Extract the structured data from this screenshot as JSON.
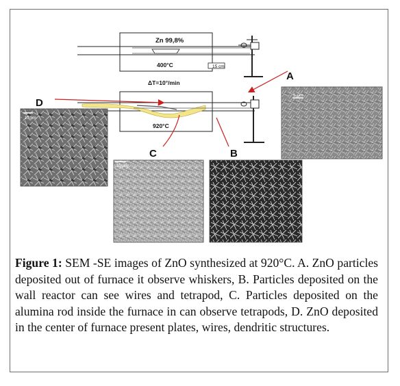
{
  "diagram": {
    "furnace_top": {
      "material": "Zn 99,8%",
      "temperature": "400°C",
      "scale": "15 cm"
    },
    "ramp": "ΔT=10°/min",
    "furnace_bottom": {
      "temperature": "920°C"
    },
    "markers": {
      "a": "A",
      "b": "B",
      "c": "C",
      "d": "D"
    },
    "sem": {
      "a_scale": "5 μm",
      "d_scale": "10 μm",
      "c_scale": "10 μm"
    }
  },
  "caption": {
    "label": "Figure 1:",
    "text": "SEM -SE images of ZnO synthesized at 920°C. A. ZnO particles deposited out of furnace it observe whiskers, B. Particles deposited on the wall reactor can see wires and tetrapod, C. Particles deposited on the alumina rod inside the furnace in can observe tetrapods, D. ZnO deposited in the center of furnace present plates, wires, dendritic structures."
  }
}
